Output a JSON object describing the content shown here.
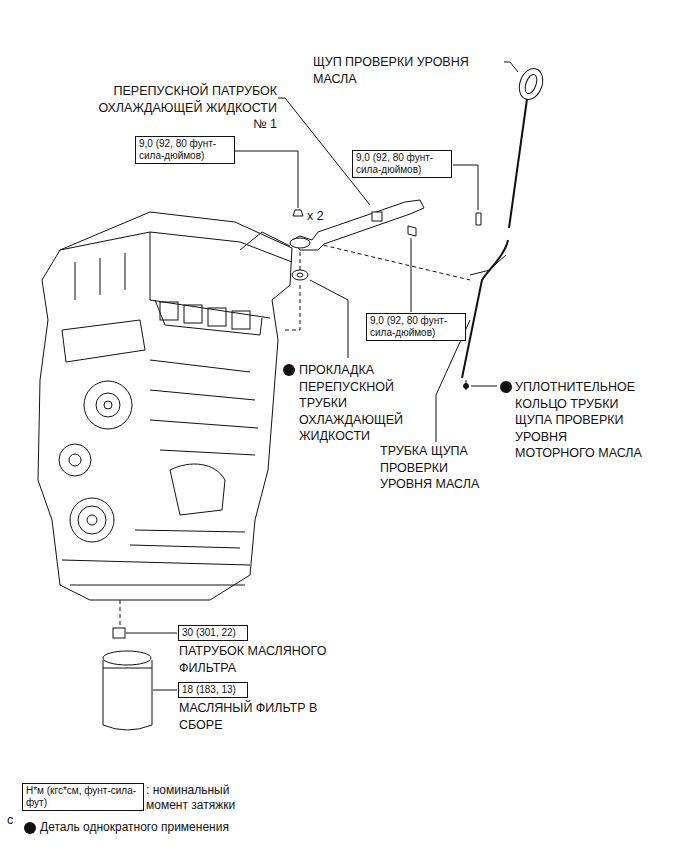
{
  "diagram": {
    "nodes": [
      {
        "text": [
          "9,0 (92, 80 фунт-сила-дюймов)"
        ]
      },
      {
        "text": [
          "9,0 (92, 80 фунт-сила-дюймов)"
        ]
      },
      {
        "text": [
          "9,0 (92, 80 фунт-сила-дюймов)"
        ]
      },
      {
        "text": [
          "30 (301, 22)"
        ]
      },
      {
        "text": [
          "18 (183, 13)"
        ]
      },
      {
        "text": [
          "Н*м (кгс*см, фунт-сила-фут)"
        ]
      }
    ],
    "labels": [
      "ЩУП ПРОВЕРКИ УРОВНЯ МАСЛА",
      "ПЕРЕПУСКНОЙ ПАТРУБОК ОХЛАЖДАЮЩЕЙ ЖИДКОСТИ № 1",
      "x 2",
      "ПРОКЛАДКА ПЕРЕПУСКНОЙ ТРУБКИ ОХЛАЖДАЮЩЕЙ ЖИДКОСТИ",
      "УПЛОТНИТЕЛЬНОЕ КОЛЬЦО ТРУБКИ ЩУПА ПРОВЕРКИ УРОВНЯ МОТОРНОГО МАСЛА",
      "ТРУБКА ЩУПА ПРОВЕРКИ УРОВНЯ МАСЛА",
      "ПАТРУБОК МАСЛЯНОГО ФИЛЬТРА",
      "МАСЛЯНЫЙ ФИЛЬТР В СБОРЕ",
      "c"
    ],
    "legend": [
      {
        "text": ": номинальный момент затяжки"
      },
      {
        "text": "Деталь однократного применения"
      }
    ]
  }
}
